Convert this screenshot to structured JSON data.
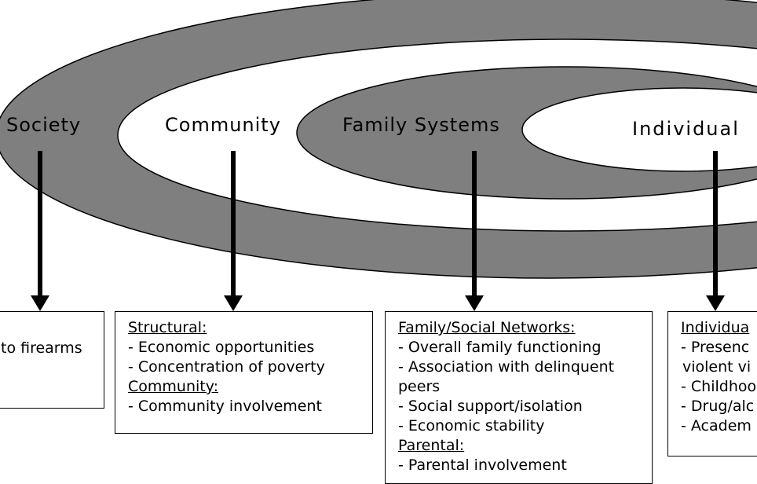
{
  "diagram": {
    "levels": [
      {
        "name": "Society"
      },
      {
        "name": "Community"
      },
      {
        "name": "Family Systems"
      },
      {
        "name": "Individual"
      }
    ],
    "colors": {
      "ring_fill": "#7f7f7f",
      "inner_fill": "#ffffff",
      "stroke": "#000000",
      "arrow": "#000000"
    }
  },
  "boxes": {
    "society": {
      "items": [
        "to firearms"
      ]
    },
    "community": {
      "structural_header": "Structural:",
      "structural_items": [
        "- Economic opportunities",
        "- Concentration of poverty"
      ],
      "community_header": "Community:",
      "community_items": [
        "- Community involvement"
      ]
    },
    "family": {
      "networks_header": "Family/Social Networks:",
      "networks_items": [
        "- Overall family functioning",
        "- Association with delinquent peers",
        "- Social support/isolation",
        "- Economic stability"
      ],
      "parental_header": "Parental:",
      "parental_items": [
        "- Parental involvement"
      ]
    },
    "individual": {
      "header": "Individua",
      "items": [
        "- Presenc",
        "violent vi",
        "- Childhoo",
        "- Drug/alc",
        "- Academ"
      ]
    }
  }
}
